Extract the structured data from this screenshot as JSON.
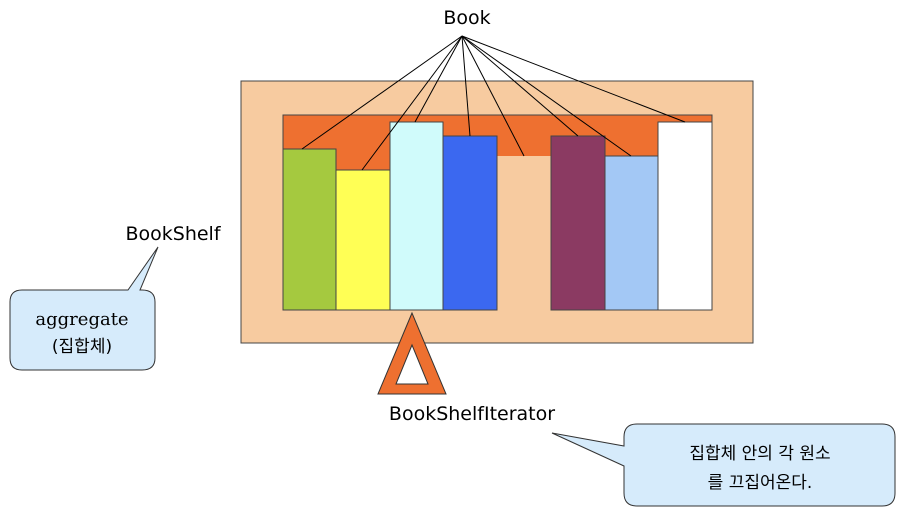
{
  "labels": {
    "book": "Book",
    "bookshelf": "BookShelf",
    "iterator": "BookShelfIterator"
  },
  "callouts": {
    "aggregate": {
      "line1": "aggregate",
      "line2": "(집합체)"
    },
    "iterator_desc": {
      "line1": "집합체 안의 각 원소",
      "line2": "를 끄집어온다."
    }
  },
  "colors": {
    "shelf_outer": "#F7CBA0",
    "shelf_inner": "#EE7030",
    "callout_fill": "#D6EBFB",
    "iterator_triangle": "#EE7030",
    "books": [
      "#A5C93F",
      "#FFFF55",
      "#D0FBFB",
      "#3B68F0",
      null,
      "#8B3A62",
      "#A3C8F5",
      "#FFFFFF"
    ]
  },
  "icons": {
    "iterator": "triangle-icon"
  }
}
